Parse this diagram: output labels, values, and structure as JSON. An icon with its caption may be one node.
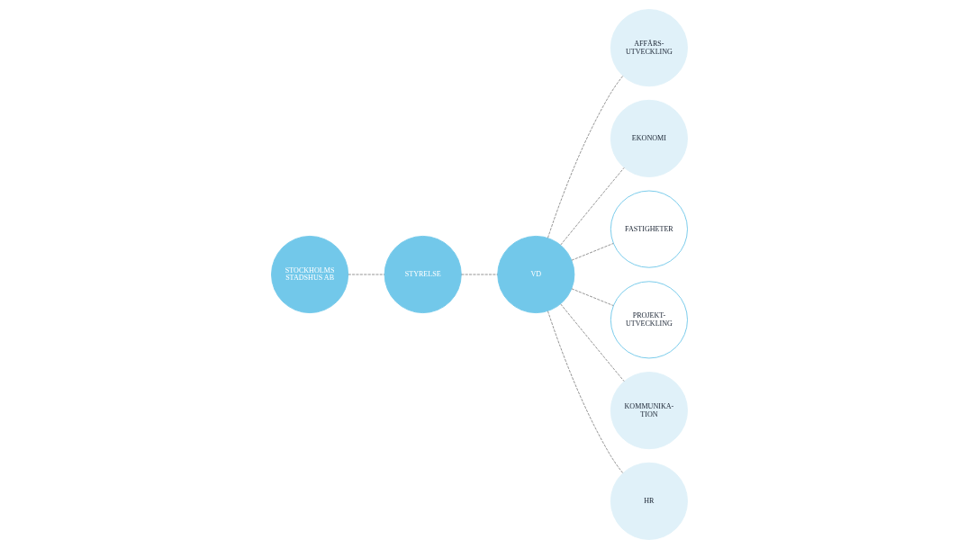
{
  "diagram": {
    "nodes": [
      {
        "text": [
          "STOCKHOLMS STADSHUS AB"
        ]
      },
      {
        "text": [
          "STYRELSE"
        ]
      },
      {
        "text": [
          "VD"
        ]
      },
      {
        "text": [
          "AFFÄRS- UTVECKLING"
        ]
      },
      {
        "text": [
          "EKONOMI"
        ]
      },
      {
        "text": [
          "FASTIGHETER"
        ]
      },
      {
        "text": [
          "PROJEKT- UTVECKLING"
        ]
      },
      {
        "text": [
          "KOMMUNIKA- TION"
        ]
      },
      {
        "text": [
          "HR"
        ]
      }
    ],
    "edges": [
      {
        "from": 0,
        "to": 1,
        "arrow": "none",
        "style": "dashed"
      },
      {
        "from": 1,
        "to": 2,
        "arrow": "none",
        "style": "dashed"
      },
      {
        "from": 2,
        "to": 3,
        "arrow": "none",
        "style": "dashed"
      },
      {
        "from": 2,
        "to": 4,
        "arrow": "none",
        "style": "dashed"
      },
      {
        "from": 2,
        "to": 5,
        "arrow": "none",
        "style": "dashed"
      },
      {
        "from": 2,
        "to": 6,
        "arrow": "none",
        "style": "dashed"
      },
      {
        "from": 2,
        "to": 7,
        "arrow": "none",
        "style": "dashed"
      },
      {
        "from": 2,
        "to": 8,
        "arrow": "none",
        "style": "dashed"
      }
    ]
  }
}
